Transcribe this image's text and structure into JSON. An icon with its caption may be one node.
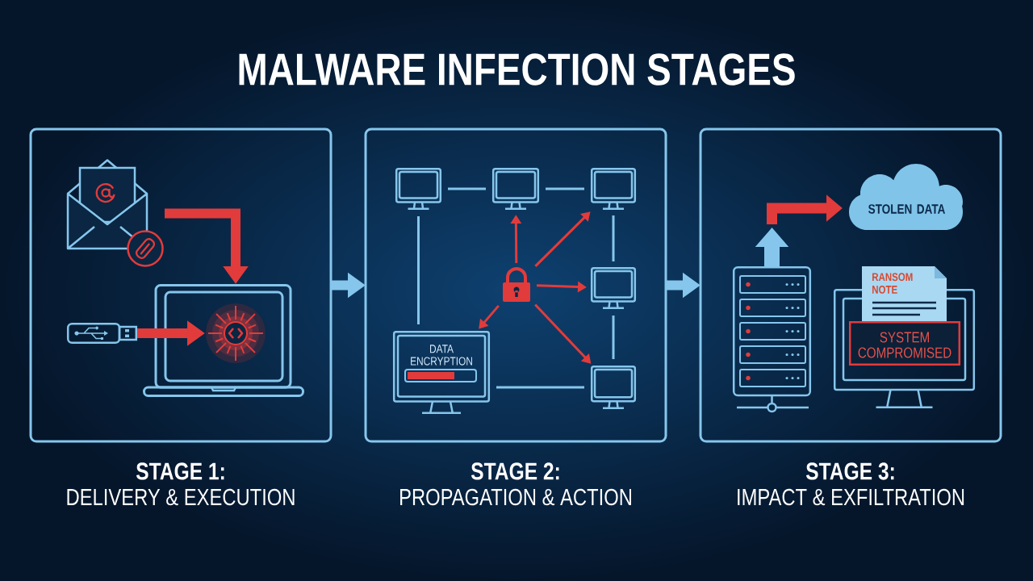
{
  "diagram": {
    "title": "MALWARE INFECTION STAGES",
    "nodes": [
      {
        "text": [
          "STAGE 1:",
          "DELIVERY & EXECUTION"
        ]
      },
      {
        "text": [
          "STAGE 2:",
          "PROPAGATION & ACTION"
        ]
      },
      {
        "text": [
          "STAGE 3:",
          "IMPACT & EXFILTRATION"
        ]
      },
      {
        "text": [],
        "shape": "picture",
        "in": 0
      },
      {
        "text": [],
        "shape": "picture",
        "in": 0
      },
      {
        "text": [],
        "shape": "picture",
        "in": 4
      },
      {
        "text": [],
        "shape": "picture",
        "in": 0
      },
      {
        "text": [],
        "shape": "picture",
        "in": 1
      },
      {
        "text": [],
        "shape": "picture",
        "in": 1
      },
      {
        "text": [],
        "shape": "picture",
        "in": 1
      },
      {
        "text": [],
        "shape": "picture",
        "in": 1
      },
      {
        "text": [],
        "shape": "picture",
        "in": 1
      },
      {
        "text": [
          "DATA ENCRYPTION"
        ],
        "in": 1
      },
      {
        "text": [],
        "shape": "picture",
        "in": 1
      },
      {
        "text": [
          "STOLEN DATA"
        ],
        "in": 2
      },
      {
        "text": [],
        "shape": "picture",
        "in": 2
      },
      {
        "text": [],
        "shape": "picture",
        "in": 2
      },
      {
        "text": [
          "RANSOM NOTE"
        ],
        "in": 2
      },
      {
        "text": [
          "SYSTEM COMPROMISED"
        ],
        "in": 16
      }
    ],
    "edges": [
      {
        "from": 0,
        "to": 1,
        "arrow": "to",
        "style": "thick"
      },
      {
        "from": 1,
        "to": 2,
        "arrow": "to",
        "style": "thick"
      },
      {
        "from": 3,
        "to": 4,
        "arrow": "to",
        "style": "thick",
        "color": "#e23b3b"
      },
      {
        "from": 6,
        "to": 5,
        "arrow": "to",
        "style": "thick",
        "color": "#e23b3b"
      },
      {
        "from": 7,
        "to": 8,
        "arrow": "none"
      },
      {
        "from": 8,
        "to": 9,
        "arrow": "none"
      },
      {
        "from": 7,
        "to": 12,
        "arrow": "none"
      },
      {
        "from": 9,
        "to": 11,
        "arrow": "none"
      },
      {
        "from": 11,
        "to": 13,
        "arrow": "none"
      },
      {
        "from": 12,
        "to": 13,
        "arrow": "none"
      },
      {
        "from": 10,
        "to": 8,
        "arrow": "to",
        "color": "#e23b3b"
      },
      {
        "from": 10,
        "to": 9,
        "arrow": "to",
        "color": "#e23b3b"
      },
      {
        "from": 10,
        "to": 11,
        "arrow": "to",
        "color": "#e23b3b"
      },
      {
        "from": 10,
        "to": 13,
        "arrow": "to",
        "color": "#e23b3b"
      },
      {
        "from": 10,
        "to": 12,
        "arrow": "to",
        "color": "#e23b3b"
      },
      {
        "from": 15,
        "to": null,
        "arrow": "to",
        "style": "thick"
      },
      {
        "from": 15,
        "to": 14,
        "arrow": "to",
        "style": "thick",
        "color": "#e23b3b"
      }
    ]
  }
}
